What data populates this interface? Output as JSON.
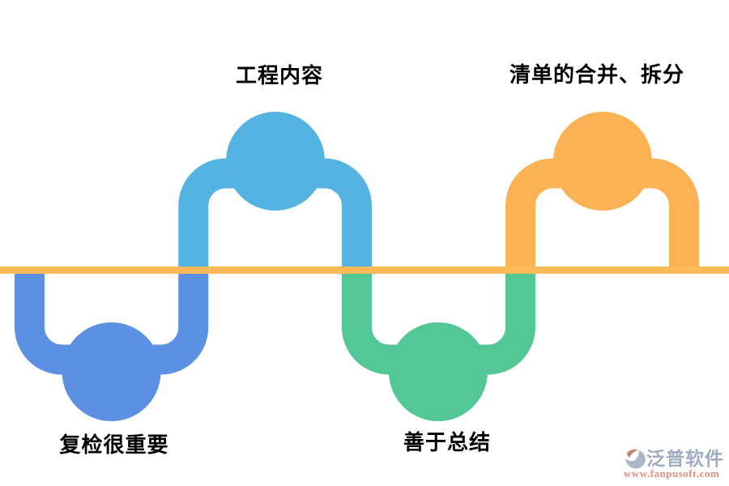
{
  "diagram": {
    "type": "serpentine-process-wave",
    "baseline_color": "#FDBA57",
    "steps": [
      {
        "label": "复检很重要",
        "color": "#5B90E2",
        "position": "below-line"
      },
      {
        "label": "工程内容",
        "color": "#55B3E2",
        "position": "above-line"
      },
      {
        "label": "善于总结",
        "color": "#53C795",
        "position": "below-line"
      },
      {
        "label": "清单的合并、拆分",
        "color": "#FBB254",
        "position": "above-line"
      }
    ]
  },
  "watermark": {
    "brand": "泛普软件",
    "url": "www.fanpusoft.com",
    "brand_color": "#9FACBF",
    "url_color": "#DE8F7E",
    "logo_icon": "fanpu-swirl-icon",
    "logo_main_color": "#A9B6C6",
    "logo_accent_color": "#C08570"
  }
}
